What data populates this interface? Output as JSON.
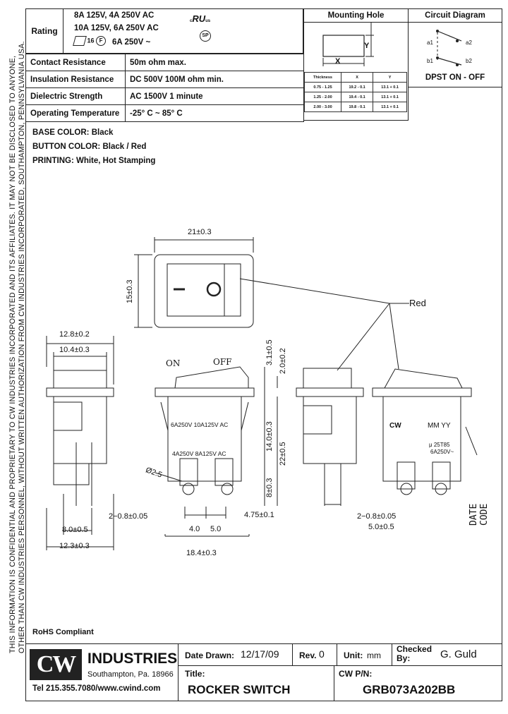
{
  "side_note": {
    "line1": "THIS INFORMATION IS CONFIDENTIAL AND PROPRIETARY TO CW INDUSTRIES INCORPORATED AND ITS AFFILIATES.  IT MAY NOT BE DISCLOSED TO ANYONE,",
    "line2": "OTHER THAN CW INDUSTRIES PERSONNEL, WITHOUT WRITTEN AUTHORIZATION FROM CW INDUSTRIES INCORPORATED, SOUTHAMPTON, PENNSYLVANIA USA."
  },
  "rating": {
    "label": "Rating",
    "line1": "8A 125V, 4A 250V AC",
    "line2": "10A 125V, 6A 250V AC",
    "line3": "6A  250V ~",
    "cert_ul": "c",
    "cert_us": "us",
    "cert_16": "16",
    "cert_f": "F"
  },
  "specs": [
    {
      "label": "Contact Resistance",
      "value": "50m ohm max."
    },
    {
      "label": "Insulation Resistance",
      "value": "DC 500V 100M ohm min."
    },
    {
      "label": "Dielectric Strength",
      "value": "AC 1500V  1  minute"
    },
    {
      "label": "Operating Temperature",
      "value": "-25° C ~ 85° C"
    }
  ],
  "mounting_hole": {
    "title": "Mounting Hole",
    "x_label": "X",
    "y_label": "Y",
    "headers": [
      "Thickness",
      "X",
      "Y"
    ],
    "rows": [
      [
        "0.75 - 1.25",
        "19.2 - 0.1",
        "13.1 + 0.1"
      ],
      [
        "1.25 - 2.00",
        "19.4 - 0.1",
        "13.1 + 0.1"
      ],
      [
        "2.00 - 3.00",
        "19.8 - 0.1",
        "13.1 + 0.1"
      ]
    ]
  },
  "circuit": {
    "title": "Circuit Diagram",
    "a1": "a1",
    "a2": "a2",
    "b1": "b1",
    "b2": "b2",
    "caption": "DPST  ON - OFF"
  },
  "notes": {
    "base_color": "BASE COLOR: Black",
    "button_color": "BUTTON COLOR: Black / Red",
    "printing": "PRINTING:  White, Hot Stamping"
  },
  "drawing": {
    "dim_21": "21±0.3",
    "dim_15": "15±0.3",
    "red": "Red",
    "dim_128": "12.8±0.2",
    "dim_104": "10.4±0.3",
    "on": "ON",
    "off": "OFF",
    "dim_31": "3.1±0.5",
    "dim_20": "2.0±0.2",
    "dim_14": "14.0±0.3",
    "dim_22": "22±0.5",
    "dim_8": "8±0.3",
    "dim_phi": "Ø2.5",
    "dim_208": "2−0.8±0.05",
    "dim_475": "4.75±0.1",
    "dim_80": "8.0±0.5",
    "dim_40": "4.0",
    "dim_50": "5.0",
    "dim_123": "12.3±0.3",
    "dim_184": "18.4±0.3",
    "dim_208b": "2−0.8±0.05",
    "dim_50b": "5.0±0.5",
    "mark1": "6A250V  10A125V  AC",
    "mark2": "4A250V  8A125V  AC",
    "cw": "CW",
    "mm_yy": "MM  YY",
    "t85": "μ  25T85",
    "rating2": "6A250V~",
    "date_code": "DATE CODE"
  },
  "footer": {
    "rohs": "RoHS Compliant",
    "company": "INDUSTRIES",
    "address": "Southampton, Pa. 18966",
    "contact": "Tel 215.355.7080/www.cwind.com",
    "date_label": "Date Drawn:",
    "date": "12/17/09",
    "rev_label": "Rev.",
    "rev": "0",
    "unit_label": "Unit:",
    "unit": "mm",
    "checked_label": "Checked By:",
    "checked_by": "G. Guld",
    "title_label": "Title:",
    "title": "ROCKER SWITCH",
    "pn_label": "CW P/N:",
    "pn": "GRB073A202BB"
  }
}
